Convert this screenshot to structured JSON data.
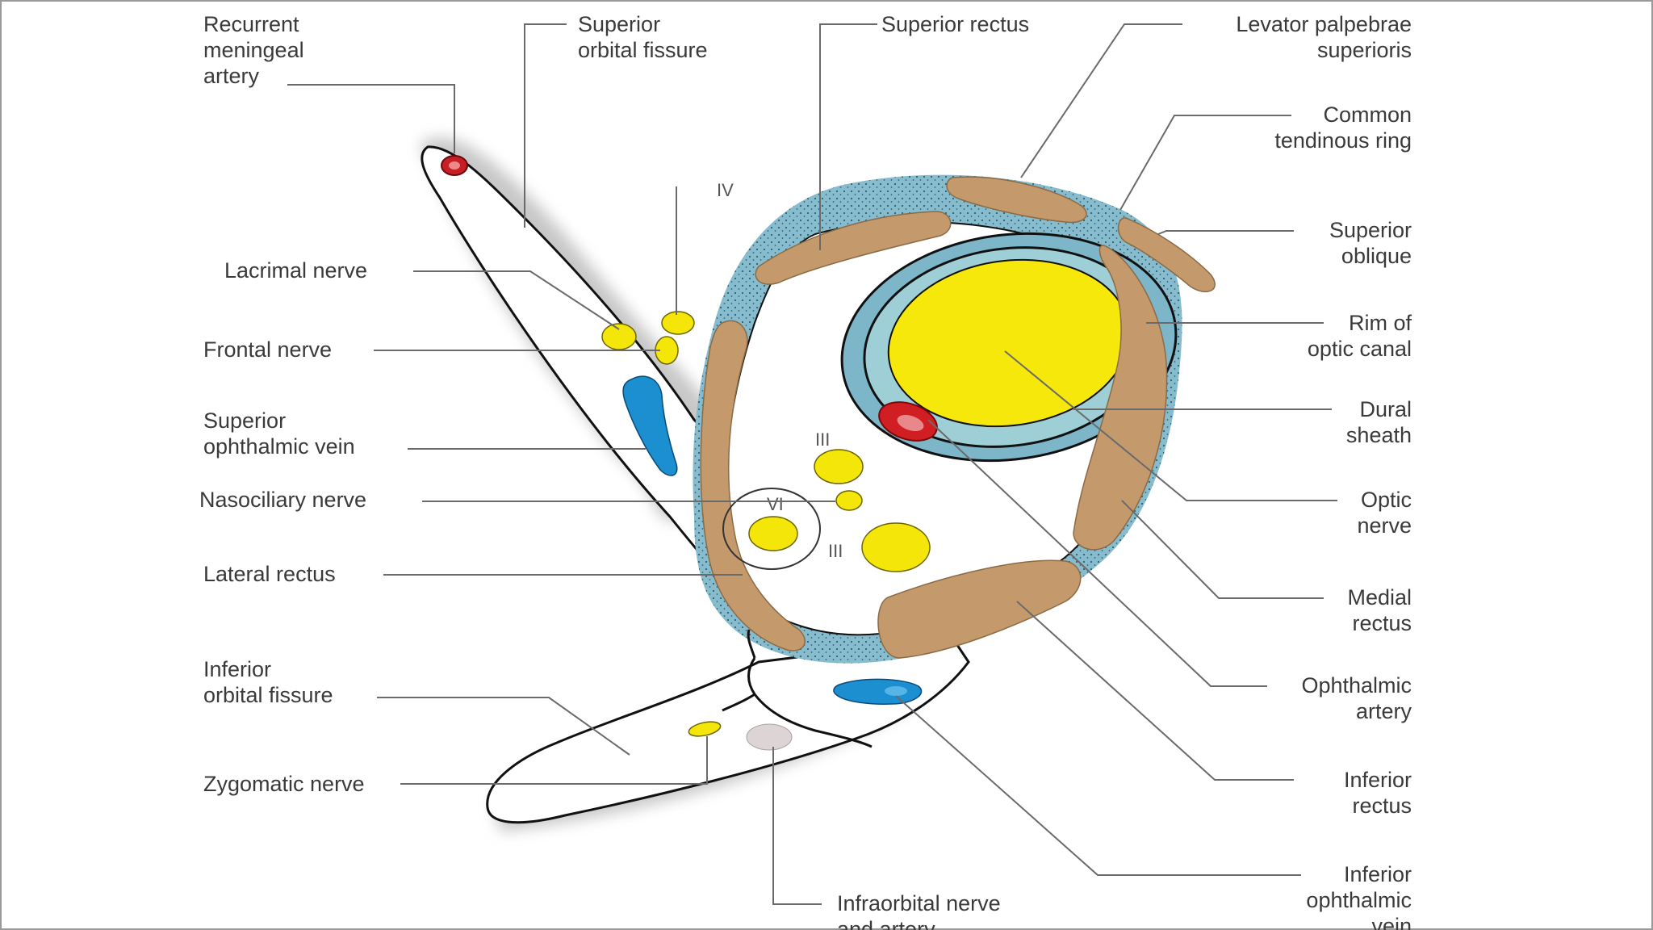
{
  "colors": {
    "background": "#ffffff",
    "outline": "#111111",
    "dura": "#7fb3c6",
    "muscle": "#c49a6c",
    "nerve": "#f5e60a",
    "vein": "#1b8fd0",
    "artery": "#d41e24",
    "sheath": "#8fc3d2"
  },
  "labels_left": [
    {
      "lines": [
        "Recurrent",
        "meningeal",
        "artery"
      ]
    },
    {
      "lines": [
        "Lacrimal nerve"
      ]
    },
    {
      "lines": [
        "Frontal nerve"
      ]
    },
    {
      "lines": [
        "Superior",
        "ophthalmic vein"
      ]
    },
    {
      "lines": [
        "Nasociliary nerve"
      ]
    },
    {
      "lines": [
        "Lateral rectus"
      ]
    },
    {
      "lines": [
        "Inferior",
        "orbital fissure"
      ]
    },
    {
      "lines": [
        "Zygomatic nerve"
      ]
    }
  ],
  "labels_top": [
    {
      "lines": [
        "Superior",
        "orbital fissure"
      ]
    },
    {
      "lines": [
        "Superior rectus"
      ]
    }
  ],
  "labels_right": [
    {
      "lines": [
        "Levator palpebrae",
        "superioris"
      ]
    },
    {
      "lines": [
        "Common",
        "tendinous ring"
      ]
    },
    {
      "lines": [
        "Superior",
        "oblique"
      ]
    },
    {
      "lines": [
        "Rim of",
        "optic canal"
      ]
    },
    {
      "lines": [
        "Dural",
        "sheath"
      ]
    },
    {
      "lines": [
        "Optic",
        "nerve"
      ]
    },
    {
      "lines": [
        "Medial",
        "rectus"
      ]
    },
    {
      "lines": [
        "Ophthalmic",
        "artery"
      ]
    },
    {
      "lines": [
        "Inferior",
        "rectus"
      ]
    },
    {
      "lines": [
        "Inferior",
        "ophthalmic",
        "vein"
      ]
    }
  ],
  "labels_bottom": [
    {
      "lines": [
        "Infraorbital nerve",
        "and artery"
      ]
    }
  ],
  "roman_labels": {
    "iv": "IV",
    "iii_upper": "III",
    "vi": "VI",
    "iii_lower": "III"
  }
}
